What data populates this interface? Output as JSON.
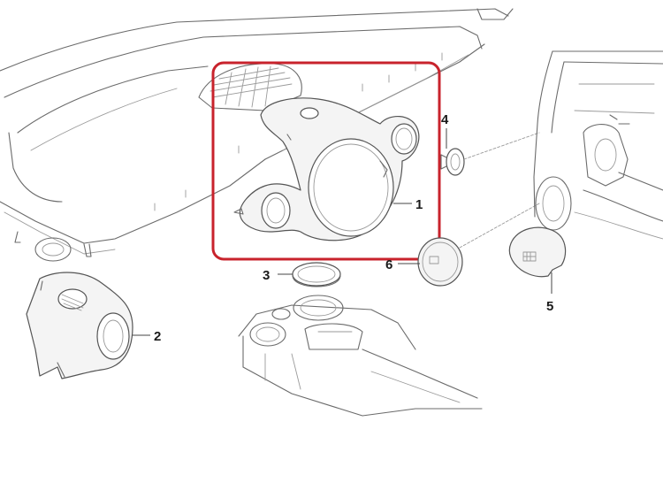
{
  "diagram": {
    "highlight_color": "#c8232c",
    "callouts": [
      {
        "id": "part-1",
        "label": "1"
      },
      {
        "id": "part-2",
        "label": "2"
      },
      {
        "id": "part-3",
        "label": "3"
      },
      {
        "id": "part-4",
        "label": "4"
      },
      {
        "id": "part-5",
        "label": "5"
      },
      {
        "id": "part-6",
        "label": "6"
      }
    ]
  }
}
